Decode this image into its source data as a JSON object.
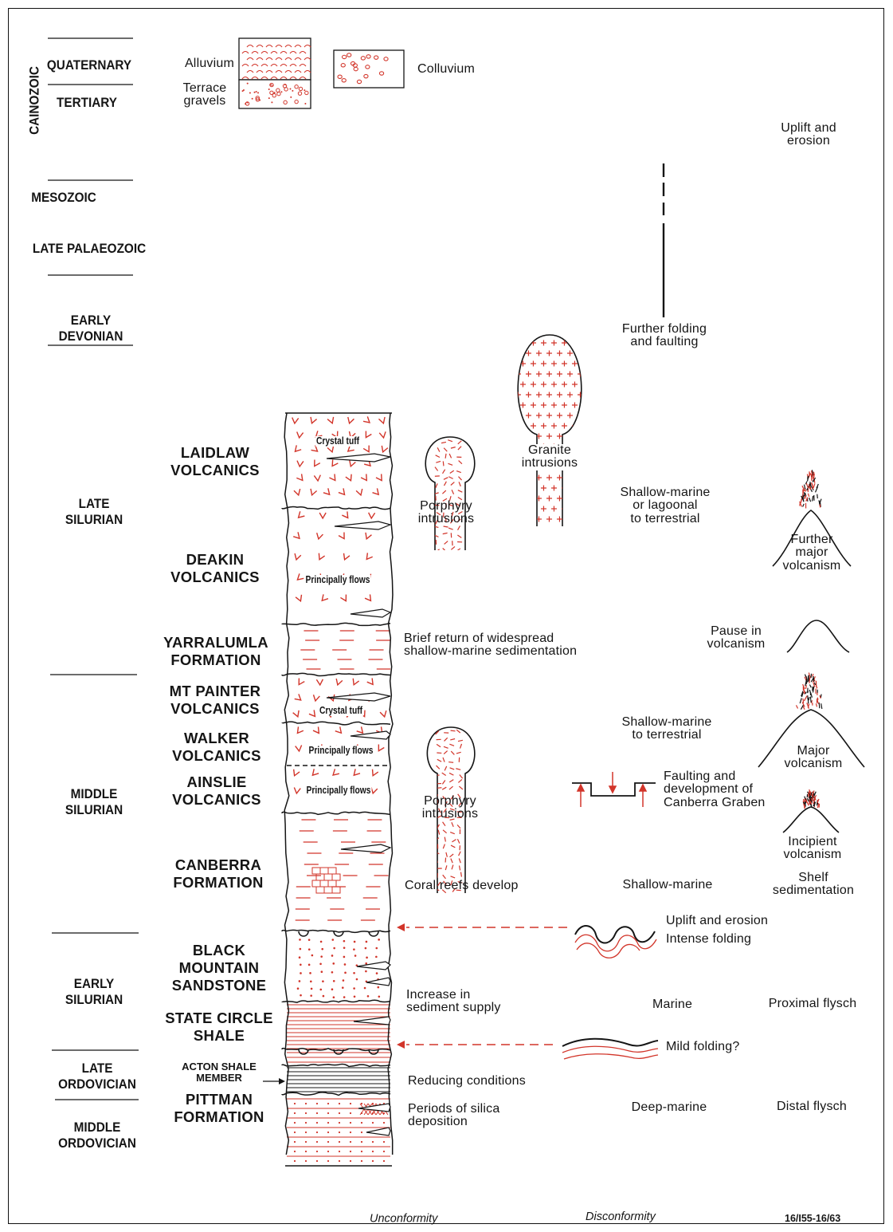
{
  "ages": {
    "era_cainozoic": "CAINOZOIC",
    "quaternary": "QUATERNARY",
    "tertiary": "TERTIARY",
    "mesozoic": "MESOZOIC",
    "late_palaeozoic": "LATE PALAEOZOIC",
    "early_devonian": "EARLY\nDEVONIAN",
    "late_silurian": "LATE\nSILURIAN",
    "middle_silurian": "MIDDLE\nSILURIAN",
    "early_silurian": "EARLY\nSILURIAN",
    "late_ordovician": "LATE\nORDOVICIAN",
    "middle_ordovician": "MIDDLE\nORDOVICIAN"
  },
  "cainozoic_deposits": {
    "alluvium": "Alluvium",
    "terrace_gravels": "Terrace\ngravels",
    "colluvium": "Colluvium"
  },
  "units": {
    "laidlaw": "LAIDLAW\nVOLCANICS",
    "deakin": "DEAKIN\nVOLCANICS",
    "yarralumla": "YARRALUMLA\nFORMATION",
    "mt_painter": "MT PAINTER\nVOLCANICS",
    "walker": "WALKER\nVOLCANICS",
    "ainslie": "AINSLIE\nVOLCANICS",
    "canberra": "CANBERRA\nFORMATION",
    "black_mountain": "BLACK\nMOUNTAIN\nSANDSTONE",
    "state_circle": "STATE CIRCLE\nSHALE",
    "acton": "ACTON SHALE\nMEMBER",
    "pittman": "PITTMAN\nFORMATION"
  },
  "column_labels": {
    "crystal_tuff_top": "Crystal tuff",
    "principally_flows_deakin": "Principally flows",
    "crystal_tuff_mt_painter": "Crystal tuff",
    "principally_flows_walker": "Principally flows",
    "principally_flows_ainslie": "Principally flows"
  },
  "intrusions": {
    "porphyry_upper": "Porphyry\nintrusions",
    "granite": "Granite\nintrusions",
    "porphyry_lower": "Porphyry\nintrusions"
  },
  "events": {
    "uplift_erosion_top": "Uplift and\nerosion",
    "further_folding": "Further folding\nand faulting",
    "shallow_lagoonal": "Shallow-marine\nor lagoonal\nto terrestrial",
    "further_major_volcanism": "Further\nmajor\nvolcanism",
    "pause_in_volcanism": "Pause in\nvolcanism",
    "brief_return": "Brief return of widespread\nshallow-marine sedimentation",
    "shallow_terrestrial": "Shallow-marine\nto terrestrial",
    "major_volcanism": "Major\nvolcanism",
    "faulting": "Faulting and\ndevelopment of\nCanberra Graben",
    "incipient_volcanism": "Incipient\nvolcanism",
    "coral_reefs": "Coral reefs develop",
    "shallow_marine": "Shallow-marine",
    "shelf_sedimentation": "Shelf\nsedimentation",
    "uplift_erosion_lower": "Uplift and erosion",
    "intense_folding": "Intense folding",
    "increase_supply": "Increase in\nsediment supply",
    "marine": "Marine",
    "proximal_flysch": "Proximal flysch",
    "mild_folding": "Mild folding?",
    "reducing": "Reducing conditions",
    "silica": "Periods of silica\ndeposition",
    "deep_marine": "Deep-marine",
    "distal_flysch": "Distal flysch"
  },
  "legend": {
    "unconformity": "Unconformity",
    "disconformity": "Disconformity"
  },
  "figure_code": "16/I55-16/63",
  "colors": {
    "ink": "#151515",
    "red": "#d2352a"
  }
}
